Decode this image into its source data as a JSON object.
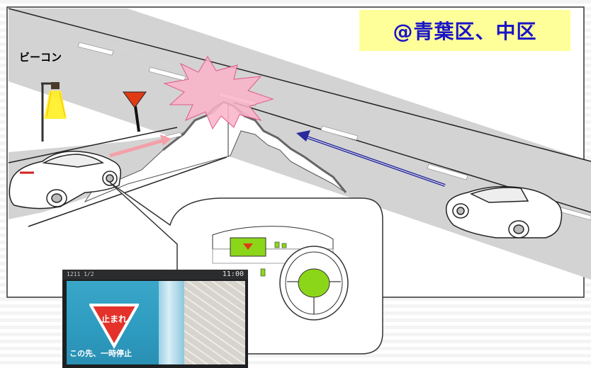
{
  "location_label": "@青葉区、中区",
  "beacon_label": "ビーコン",
  "nav_photo": {
    "status_text": "1211 1/2",
    "clock": "11:00",
    "stop_sign_text": "止まれ",
    "caption": "この先、一時停止"
  },
  "colors": {
    "label_bg": "#ffff99",
    "label_text": "#1a14c8",
    "collision_fill": "#f9b3c8",
    "arrow_pink": "#f4a0a8",
    "arrow_blue": "#2a2a9c",
    "stop_red": "#e23a14",
    "display_green": "#8cd61a",
    "beacon_light": "#ffee22"
  },
  "icons": [
    "beacon-pole-icon",
    "stop-sign-icon",
    "collision-burst-icon",
    "car-icon",
    "steering-wheel-icon"
  ]
}
